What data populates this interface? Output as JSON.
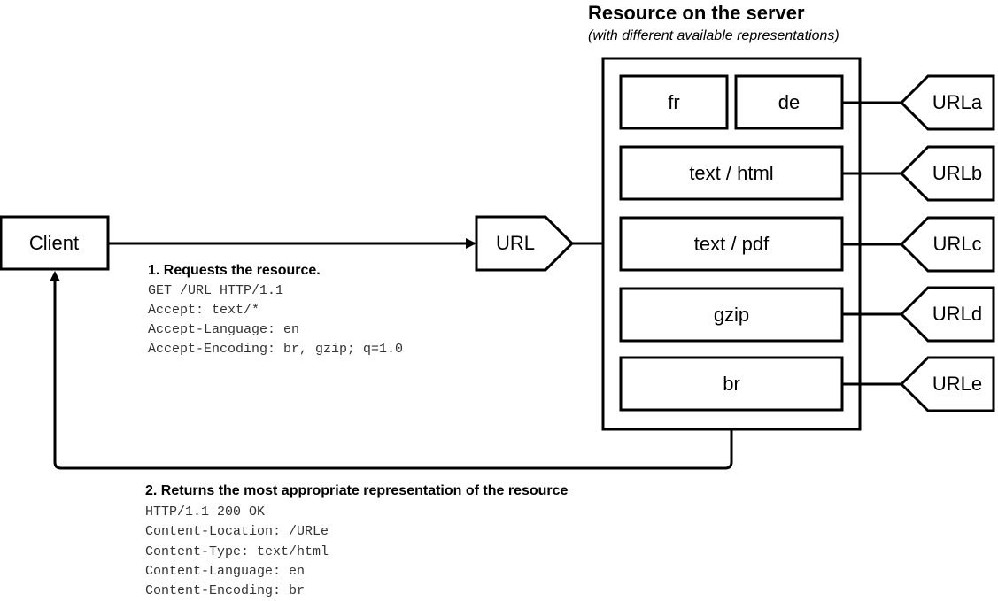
{
  "server": {
    "title": "Resource on the server",
    "subtitle": "(with different available representations)",
    "representations": [
      {
        "label": "fr"
      },
      {
        "label": "de"
      },
      {
        "label": "text / html"
      },
      {
        "label": "text / pdf"
      },
      {
        "label": "gzip"
      },
      {
        "label": "br"
      }
    ],
    "urls": [
      {
        "label": "URLa"
      },
      {
        "label": "URLb"
      },
      {
        "label": "URLc"
      },
      {
        "label": "URLd"
      },
      {
        "label": "URLe"
      }
    ]
  },
  "client": {
    "label": "Client"
  },
  "resource_url": {
    "label": "URL"
  },
  "request": {
    "title": "1. Requests the resource.",
    "lines": [
      "GET /URL HTTP/1.1",
      "Accept: text/*",
      "Accept-Language: en",
      "Accept-Encoding: br, gzip; q=1.0"
    ]
  },
  "response": {
    "title": "2. Returns the most appropriate representation of the resource",
    "lines": [
      "HTTP/1.1 200 OK",
      "Content-Location: /URLe",
      "Content-Type: text/html",
      "Content-Language: en",
      "Content-Encoding: br"
    ]
  }
}
